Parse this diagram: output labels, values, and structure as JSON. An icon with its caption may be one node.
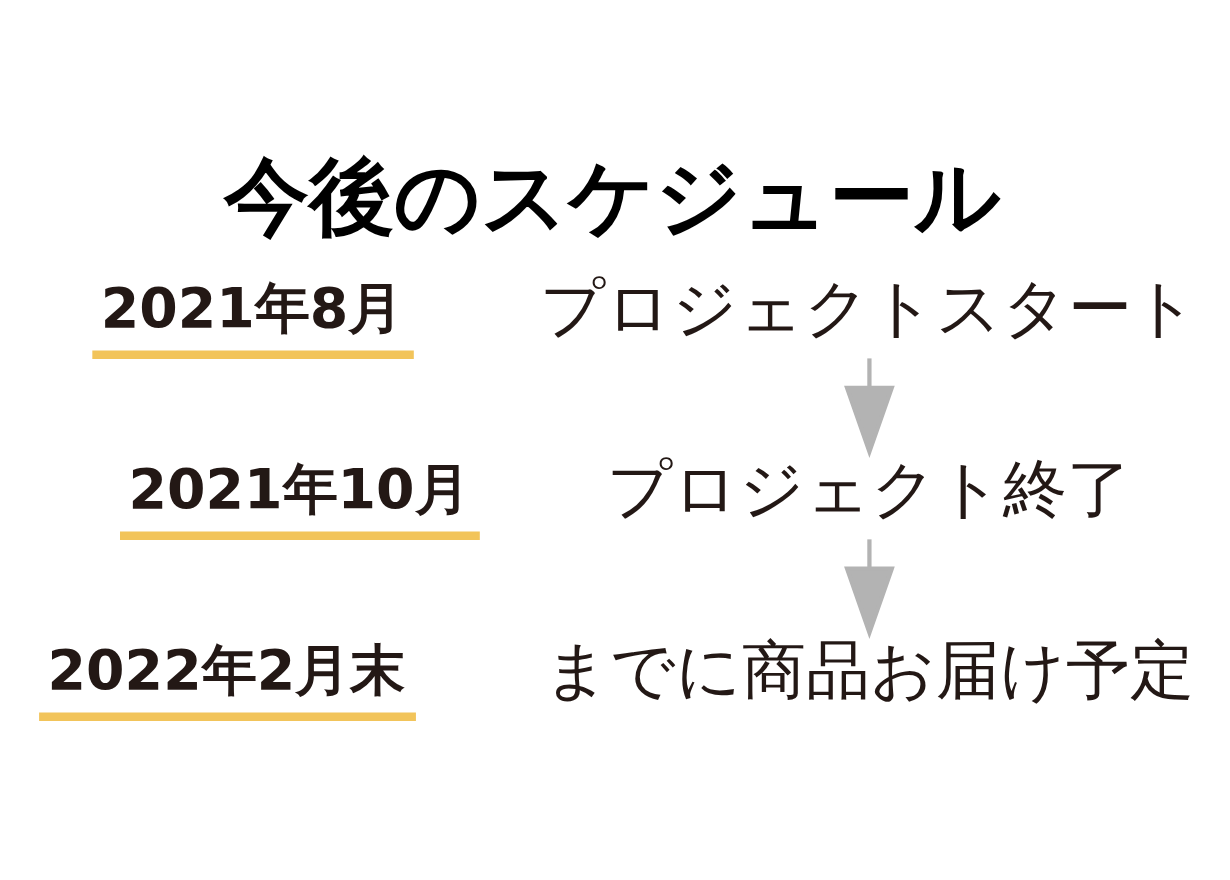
{
  "diagram": {
    "title": "今後のスケジュール",
    "nodes": [
      {
        "text": [
          "プロジェクトスタート"
        ],
        "beside": [
          "2021年8月"
        ]
      },
      {
        "text": [
          "プロジェクト終了"
        ],
        "beside": [
          "2021年10月"
        ]
      },
      {
        "text": [
          "までに商品お届け予定"
        ],
        "beside": [
          "2022年2月末"
        ]
      }
    ],
    "edges": [
      {
        "from": 0,
        "to": 1,
        "arrow": "to"
      },
      {
        "from": 1,
        "to": 2,
        "arrow": "to"
      }
    ]
  }
}
